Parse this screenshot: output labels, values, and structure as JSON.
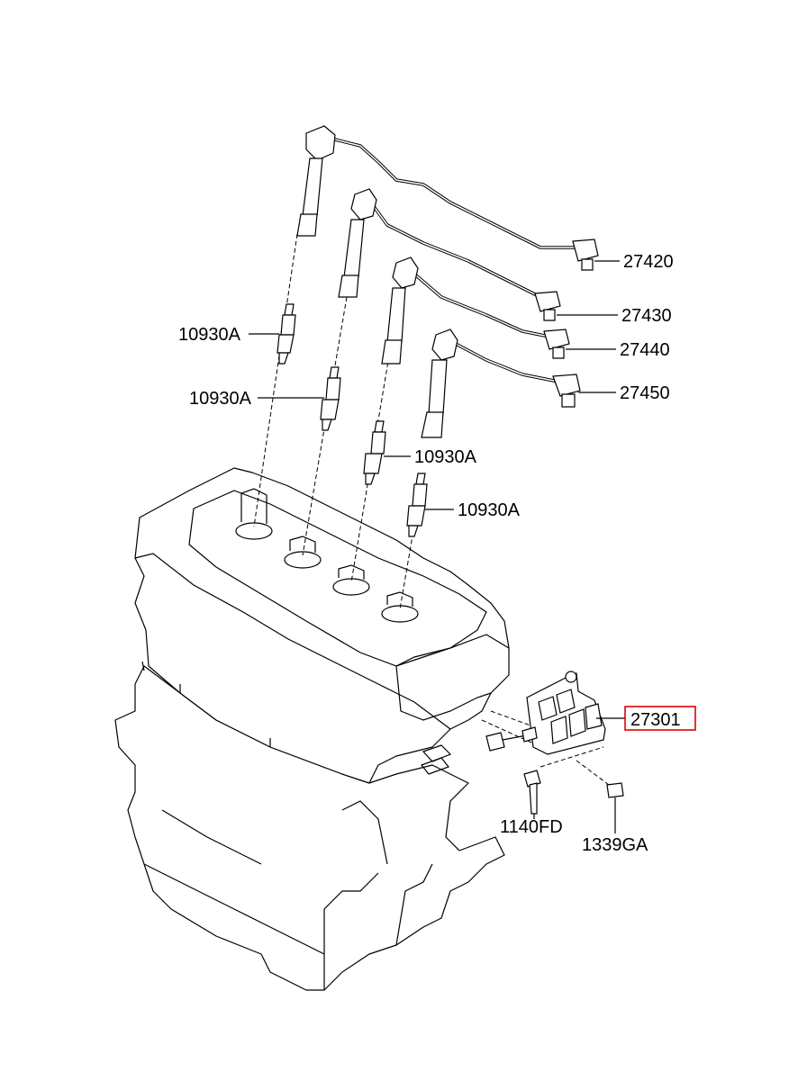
{
  "diagram": {
    "part_labels": {
      "cable_1": "27420",
      "cable_2": "27430",
      "cable_3": "27440",
      "cable_4": "27450",
      "plug_1": "10930A",
      "plug_2": "10930A",
      "plug_3": "10930A",
      "plug_4": "10930A",
      "coil": "27301",
      "bolt": "1140FD",
      "nut": "1339GA"
    },
    "highlighted_part": "27301",
    "colors": {
      "line": "#000000",
      "highlight": "#e00000",
      "background": "#ffffff"
    }
  }
}
